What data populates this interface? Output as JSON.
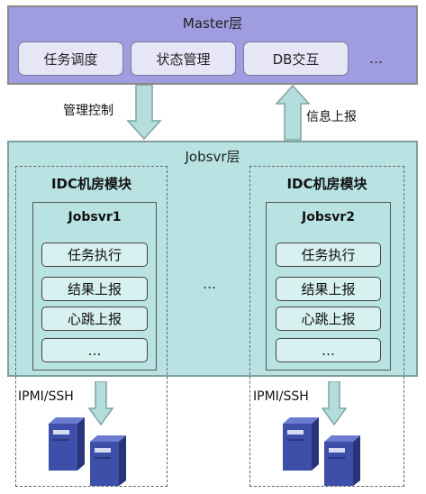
{
  "master": {
    "title": "Master层",
    "items": [
      "任务调度",
      "状态管理",
      "DB交互"
    ],
    "ellipsis": "…"
  },
  "arrows": {
    "down_label": "管理控制",
    "up_label": "信息上报"
  },
  "jobsvr": {
    "title": "Jobsvr层",
    "middle_ellipsis": "…",
    "modules": [
      {
        "title": "IDC机房模块",
        "server_title": "Jobsvr1",
        "tasks": [
          "任务执行",
          "结果上报",
          "心跳上报",
          "…"
        ],
        "link_label": "IPMI/SSH"
      },
      {
        "title": "IDC机房模块",
        "server_title": "Jobsvr2",
        "tasks": [
          "任务执行",
          "结果上报",
          "心跳上报",
          "…"
        ],
        "link_label": "IPMI/SSH"
      }
    ]
  },
  "colors": {
    "master_fill": "#9f9ce0",
    "jobsvr_fill": "#b9e3e3",
    "arrow_fill": "#b4dede",
    "server_blue": "#3d4fa8"
  }
}
